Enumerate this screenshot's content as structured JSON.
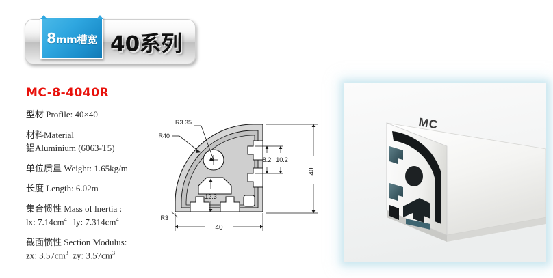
{
  "header": {
    "tab_prefix": "8",
    "tab_label": "mm槽宽",
    "series_title": "40系列"
  },
  "spec": {
    "product_code": "MC-8-4040R",
    "profile": "型材 Profile: 40×40",
    "material_label": "材料Material",
    "material_value": "铝Aluminium (6063-T5)",
    "weight": "单位质量 Weight: 1.65kg/m",
    "length": "长度 Length: 6.02m",
    "inertia_label": "集合惯性 Mass of lnertia :",
    "inertia_value_x": "lx: 7.14cm",
    "inertia_value_x_sup": "4",
    "inertia_value_y": "ly: 7.314cm",
    "inertia_value_y_sup": "4",
    "modulus_label": "截面惯性 Section Modulus:",
    "modulus_value_x": "zx: 3.57cm",
    "modulus_value_x_sup": "3",
    "modulus_value_y": "zy: 3.57cm",
    "modulus_value_y_sup": "3"
  },
  "drawing": {
    "dim_radius_large": "R40",
    "dim_radius_bore": "R3.35",
    "dim_radius_small": "R3",
    "dim_slot_inner": "8.2",
    "dim_slot_outer": "10.2",
    "dim_height_inner": "12.3",
    "dim_width": "40",
    "dim_height": "40"
  },
  "photo": {
    "brand_mark": "MC"
  },
  "colors": {
    "accent_red": "#e8120c",
    "tab_blue": "#2fa7e0",
    "banner_gray": "#d3d3d3",
    "drawing_fill": "#d0d0d0",
    "drawing_line": "#1a1a1a"
  }
}
